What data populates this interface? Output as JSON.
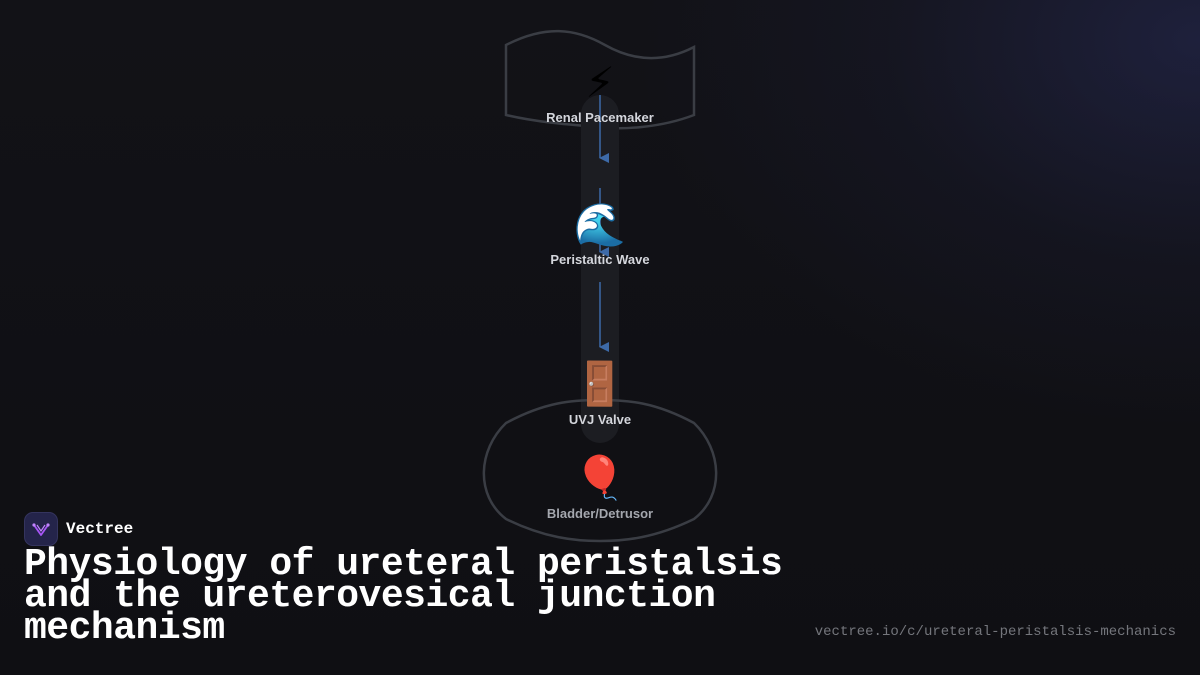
{
  "diagram": {
    "nodes": [
      {
        "id": "renal-pacemaker",
        "label": "Renal Pacemaker",
        "icon": "high-voltage-emoji",
        "glyph": "⚡"
      },
      {
        "id": "peristaltic-wave",
        "label": "Peristaltic Wave",
        "icon": "water-wave-emoji",
        "glyph": "🌊"
      },
      {
        "id": "uvj-valve",
        "label": "UVJ Valve",
        "icon": "door-emoji",
        "glyph": "🚪"
      },
      {
        "id": "bladder-detrusor",
        "label": "Bladder/Detrusor",
        "icon": "balloon-emoji",
        "glyph": "🎈"
      }
    ],
    "edges": [
      {
        "from": "renal-pacemaker",
        "to": "peristaltic-wave"
      },
      {
        "from": "peristaltic-wave",
        "to": "uvj-valve"
      }
    ],
    "colors": {
      "arrow": "#3d6aa8",
      "outline": "#3a3d44",
      "tube": "#1c1d22",
      "label": "#d4d6dc"
    }
  },
  "brand": {
    "name": "Vectree",
    "logo_icon": "vectree-logo-icon"
  },
  "title": "Physiology of ureteral peristalsis and the ureterovesical junction mechanism",
  "url": "vectree.io/c/ureteral-peristalsis-mechanics"
}
